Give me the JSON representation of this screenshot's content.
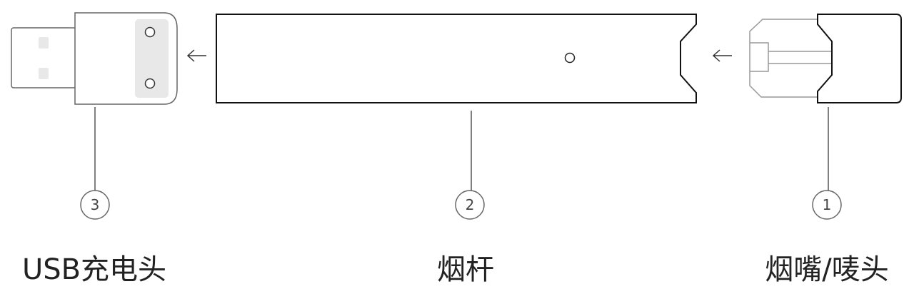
{
  "parts": [
    {
      "number": "3",
      "label": "USB充电头"
    },
    {
      "number": "2",
      "label": "烟杆"
    },
    {
      "number": "1",
      "label": "烟嘴/唛头"
    }
  ],
  "colors": {
    "outline": "#111111",
    "gray_outline": "#999999",
    "pad": "#e8e8e8",
    "leader": "#555555"
  }
}
